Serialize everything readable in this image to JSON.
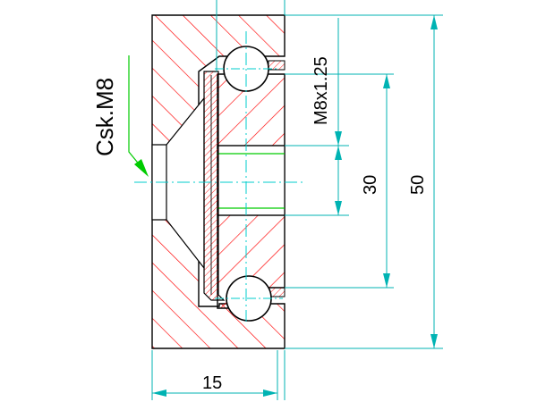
{
  "labels": {
    "countersink": "Csk.M8",
    "thread": "M8x1.25",
    "dim_inner": "30",
    "dim_outer": "50",
    "dim_width": "15"
  },
  "colors": {
    "outline": "#000000",
    "hatch": "#ff0000",
    "dimension": "#00b3b3",
    "centerline": "#00cccc",
    "leader": "#00cc00",
    "seal_fill": "#c8c8c8",
    "ball_fill": "#ffffff"
  }
}
